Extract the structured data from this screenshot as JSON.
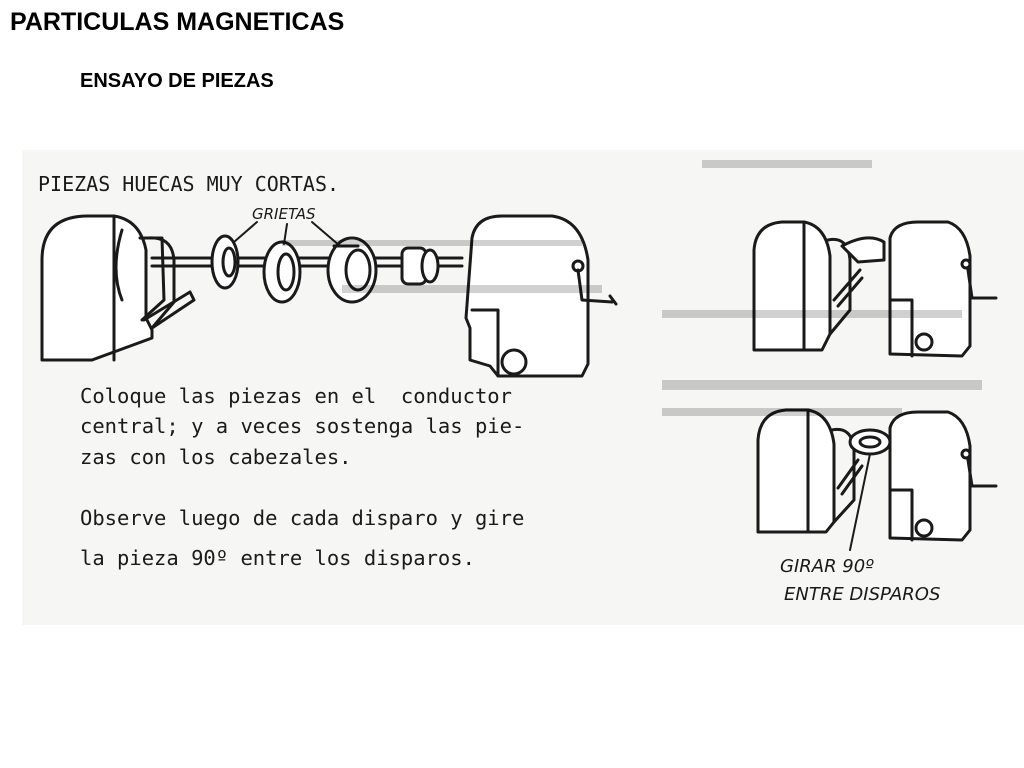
{
  "title": "PARTICULAS MAGNETICAS",
  "subtitle": "ENSAYO DE PIEZAS",
  "figure": {
    "heading": "PIEZAS HUECAS MUY CORTAS.",
    "crack_label": "GRIETAS",
    "paragraph1": [
      "Coloque las piezas en el  conductor",
      "central; y a veces sostenga las pie-",
      "zas con los cabezales."
    ],
    "paragraph2": [
      "Observe luego de cada disparo y gire",
      "la pieza 90º entre los disparos."
    ],
    "rotation_label": [
      "GIRAR 90º",
      "ENTRE DISPAROS"
    ]
  }
}
